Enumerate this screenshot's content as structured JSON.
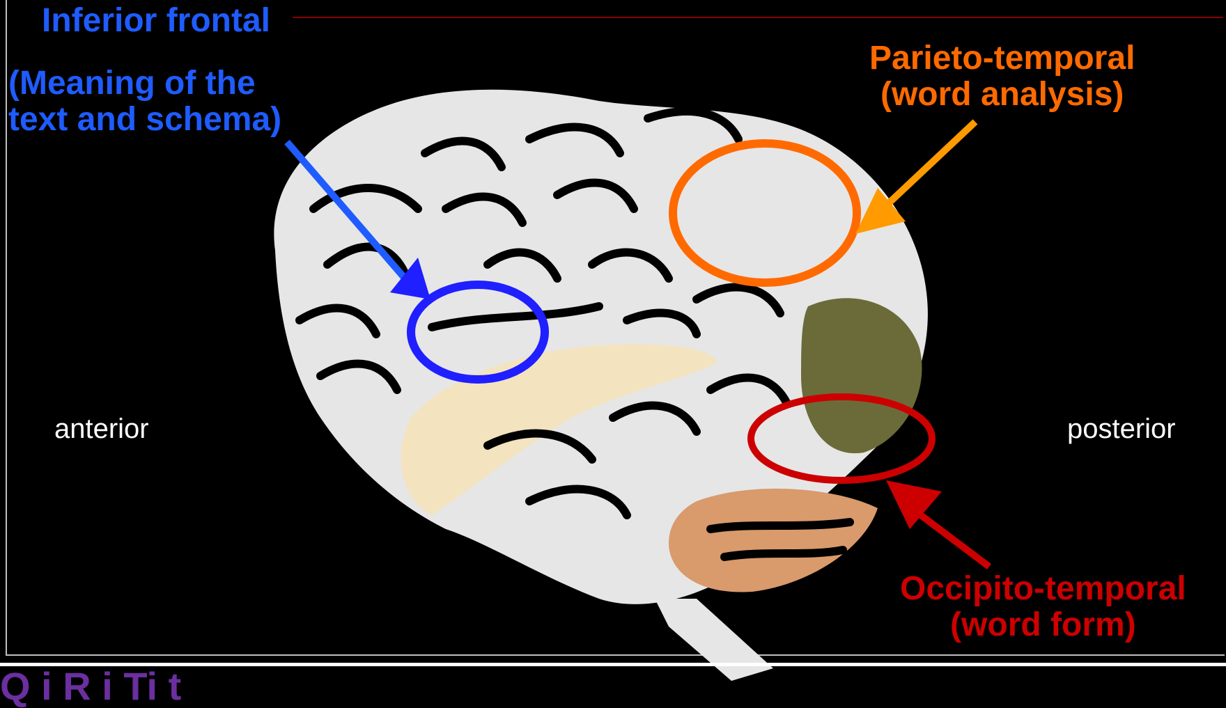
{
  "labels": {
    "inferior_frontal": "Inferior frontal",
    "inferior_frontal_desc_1": "(Meaning of the",
    "inferior_frontal_desc_2": "text and schema)",
    "parieto_temporal_1": "Parieto-temporal",
    "parieto_temporal_2": "(word analysis)",
    "occipito_temporal_1": "Occipito-temporal",
    "occipito_temporal_2": "(word form)",
    "anterior": "anterior",
    "posterior": "posterior"
  },
  "bottom_title": "Q     i     R     i     Ti     t",
  "colors": {
    "inferior_frontal": "#1f5cff",
    "parieto_temporal": "#ff6a00",
    "occipito_temporal": "#cc0000",
    "background": "#000000",
    "brain": "#e8e8e8"
  }
}
